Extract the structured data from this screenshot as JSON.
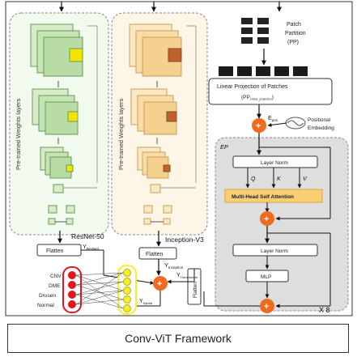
{
  "caption": "Conv-ViT Framework",
  "pretrained_label": "Pre-trained Weights layers",
  "resnet": {
    "name": "ResNet-50",
    "flatten": "Flatten",
    "y": "Y",
    "y_sub": "ResNet"
  },
  "inception": {
    "name": "Inception-V3",
    "flatten": "Flatten",
    "y": "Y",
    "y_sub": "Inception"
  },
  "patch": {
    "line1": "Patch",
    "line2": "Partition",
    "line3": "(PP)"
  },
  "linear_projection": {
    "line1": "Linear Projection of Patches",
    "line2": "(PP",
    "line2_sub": "Linear_projection",
    "line2_end": ")"
  },
  "positional": {
    "e": "E",
    "e_sub": "pos",
    "line1": "Positional",
    "line2": "Embedding"
  },
  "encoder": {
    "ep_label": "EP",
    "layer_norm_1": "Layer Norm",
    "q": "Q",
    "k": "K",
    "v": "V",
    "mhsa": "Multi-Head Self Attention",
    "layer_norm_2": "Layer Norm",
    "mlp": "MLP",
    "repeat": "X 8"
  },
  "transformer_branch": {
    "flatten": "Flatten",
    "y": "Y",
    "y_sub": "Transformer"
  },
  "hybrid": {
    "y": "Y",
    "y_sub": "Hybrid"
  },
  "classes": [
    "CNV",
    "DME",
    "Drusen",
    "Normal"
  ],
  "colors": {
    "resnet_fill": "#d6ecc9",
    "resnet_panel": "#f2faee",
    "inception_fill": "#fbe7c0",
    "inception_panel": "#fdf6e6",
    "resnet_marker": "#f2e400",
    "inception_marker": "#c0602a",
    "plus": "#ee6b1f",
    "mhsa": "#f8cf72",
    "encoder_panel": "#dedede",
    "output_red": "#e4151e",
    "hidden_yellow": "#f6ee2a"
  }
}
